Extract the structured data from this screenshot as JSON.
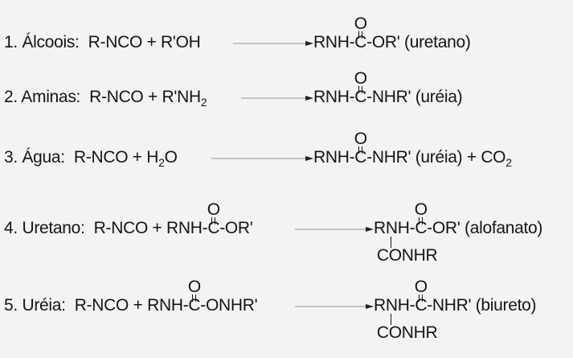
{
  "reactions": [
    {
      "label": "1. Álcoois:",
      "reactant_a": "R-NCO + R'OH",
      "reactant_sub": "",
      "reactant_b": "",
      "product": {
        "pre": "RNH-",
        "n": "",
        "c": "C",
        "o": "O",
        "post": "-OR' (uretano)",
        "sub": ""
      }
    },
    {
      "label": "2. Aminas:",
      "reactant_a": "R-NCO + R'NH",
      "reactant_sub": "2",
      "reactant_b": "",
      "product": {
        "pre": "RNH-",
        "n": "",
        "c": "C",
        "o": "O",
        "post": "-NHR' (uréia)",
        "sub": ""
      }
    },
    {
      "label": "3. Água:",
      "reactant_a": "R-NCO + H",
      "reactant_sub": "2",
      "reactant_b": "O",
      "product": {
        "pre": "RNH-",
        "n": "",
        "c": "C",
        "o": "O",
        "post": "-NHR' (uréia) + CO",
        "sub": "2"
      }
    },
    {
      "label": "4. Uretano:",
      "reactant_a": "R-NCO + RNH-",
      "reactant_c": "C",
      "reactant_o": "O",
      "reactant_b": "-OR'",
      "product": {
        "pre": "R",
        "n": "N",
        "pre2": "H-",
        "c": "C",
        "o": "O",
        "post": "-OR' (alofanato)",
        "branch": "CONHR"
      }
    },
    {
      "label": "5. Uréia:",
      "reactant_a": "R-NCO + RNH-",
      "reactant_c": "C",
      "reactant_o": "O",
      "reactant_b": "-ONHR'",
      "product": {
        "pre": "R",
        "n": "N",
        "pre2": "H-",
        "c": "C",
        "o": "O",
        "post": "-NHR' (biureto)",
        "branch": "CONHR"
      }
    }
  ]
}
